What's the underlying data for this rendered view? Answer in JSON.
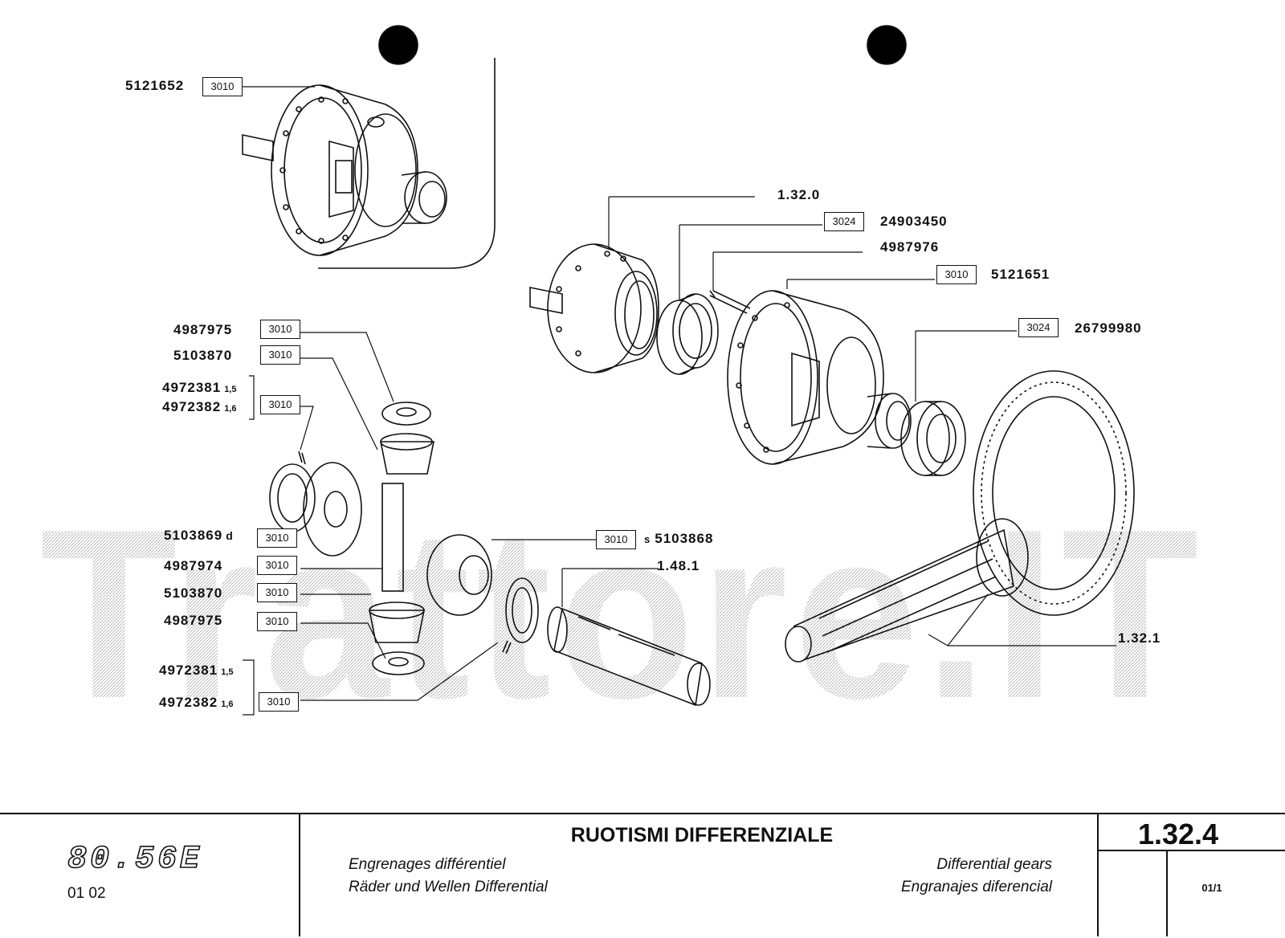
{
  "watermark": "Trattore.IT",
  "callouts": {
    "p5121652": "5121652",
    "p4987975a": "4987975",
    "p5103870a": "5103870",
    "p4972381a": "4972381",
    "p4972382a": "4972382",
    "p5103869": "5103869",
    "p4987974": "4987974",
    "p5103870b": "5103870",
    "p4987975b": "4987975",
    "p4972381b": "4972381",
    "p4972382b": "4972382",
    "p5103868": "5103868",
    "p24903450": "24903450",
    "p4987976": "4987976",
    "p5121651": "5121651",
    "p26799980": "26799980",
    "ref_1320": "1.32.0",
    "ref_1481": "1.48.1",
    "ref_1321": "1.32.1",
    "sub_15": "1,5",
    "sub_16": "1,6",
    "sub_d": "d",
    "sub_s": "s"
  },
  "boxes": {
    "b3010": "3010",
    "b3024": "3024"
  },
  "titleblock": {
    "model": "80.56E",
    "codes": "01   02",
    "title_it": "RUOTISMI DIFFERENZIALE",
    "title_fr": "Engrenages différentiel",
    "title_de": "Räder und Wellen Differential",
    "title_en": "Differential gears",
    "title_es": "Engranajes diferencial",
    "ref": "1.32.4",
    "sheet": "01/1"
  }
}
